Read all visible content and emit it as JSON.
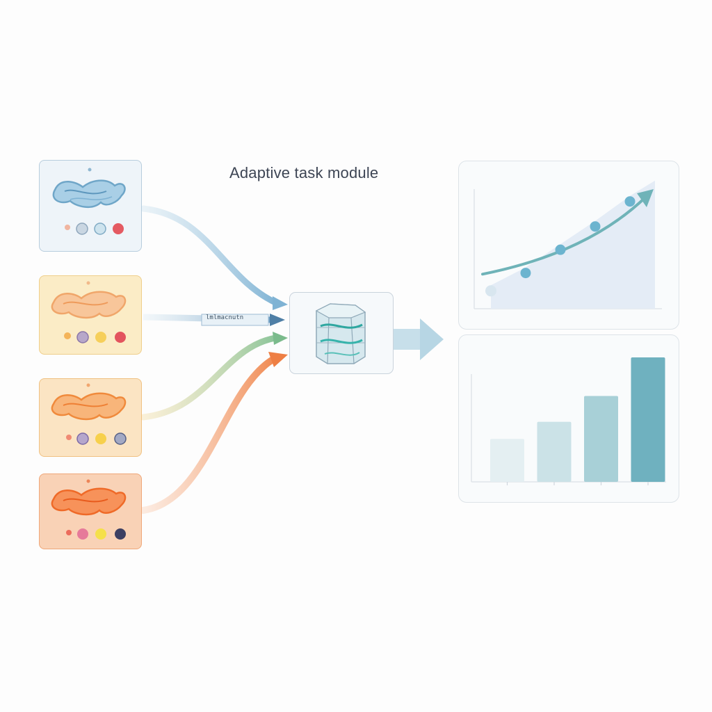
{
  "title": "Adaptive task module",
  "flow_arrow_label": "lmlmacnutn",
  "colors": {
    "blue": "#7fb3d4",
    "yellow": "#f2c36a",
    "orange": "#f4a15c",
    "red_orange": "#f47a3c",
    "teal": "#5fa8b4",
    "module_border": "#c9d3dc"
  },
  "inputs": [
    {
      "name": "input-blue",
      "tone": "blue"
    },
    {
      "name": "input-yellow",
      "tone": "yellow"
    },
    {
      "name": "input-orange",
      "tone": "orange"
    },
    {
      "name": "input-red-orange",
      "tone": "red_orange"
    }
  ],
  "module_icon": "layered-cube-icon",
  "chart_data": [
    {
      "type": "line",
      "trend": "increasing",
      "x": [
        1,
        2,
        3,
        4,
        5
      ],
      "values": [
        1.0,
        2.0,
        3.3,
        4.6,
        6.0
      ],
      "grid": false,
      "legend": "none"
    },
    {
      "type": "bar",
      "categories": [
        "",
        "",
        "",
        ""
      ],
      "values": [
        1.0,
        1.4,
        2.0,
        2.9
      ],
      "grid": false,
      "legend": "none"
    }
  ]
}
